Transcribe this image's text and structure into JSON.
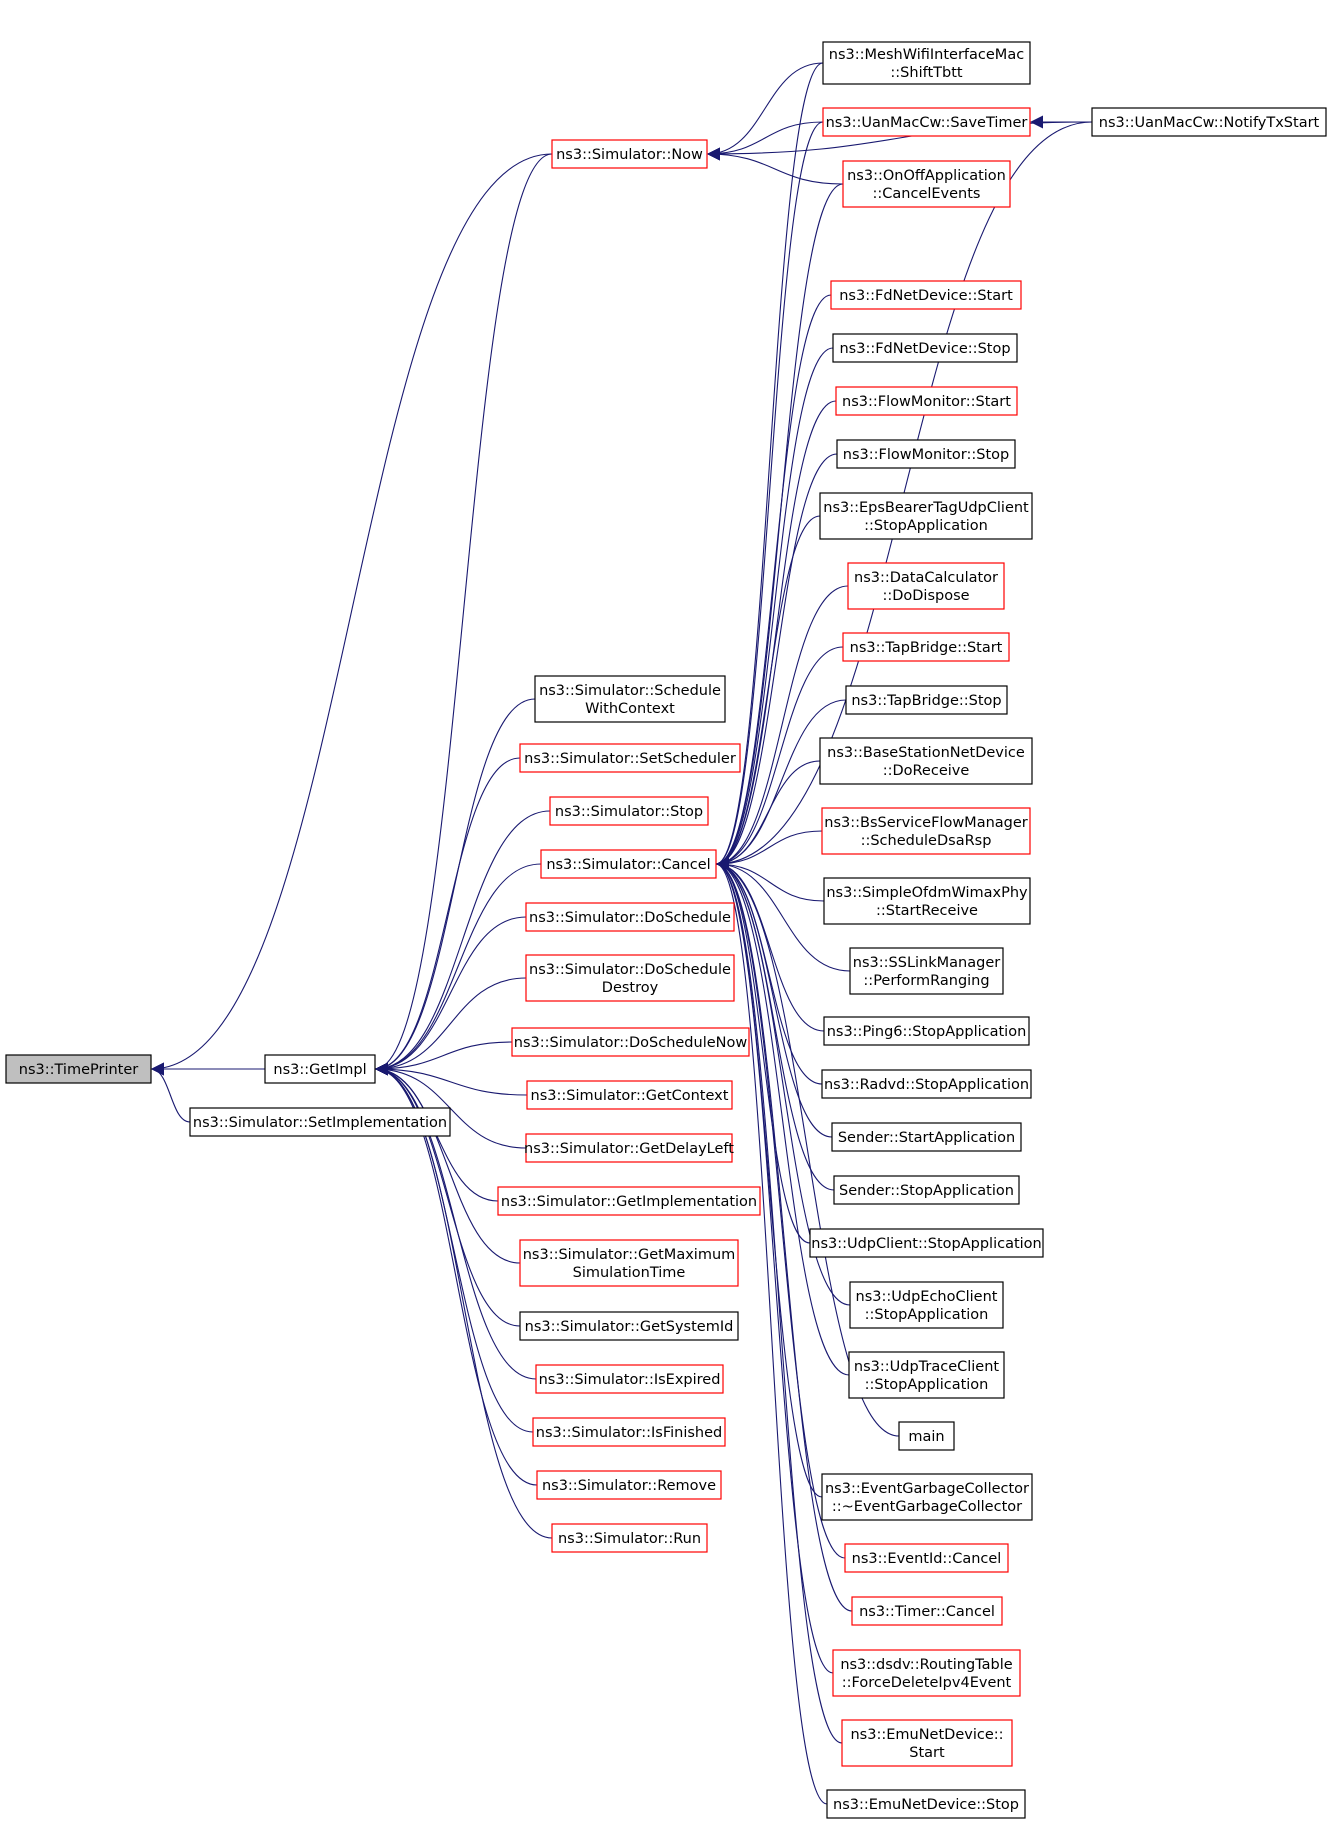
{
  "colors": {
    "edge": "#191970",
    "border_black": "#000000",
    "border_red": "#ff0000",
    "root_fill": "#bfbfbf",
    "node_fill": "#ffffff"
  },
  "nodes": [
    {
      "id": "timeprinter",
      "lines": [
        "ns3::TimePrinter"
      ],
      "border": "root"
    },
    {
      "id": "getimpl",
      "lines": [
        "ns3::GetImpl"
      ],
      "border": "black"
    },
    {
      "id": "setimpl",
      "lines": [
        "ns3::Simulator::SetImplementation"
      ],
      "border": "black"
    },
    {
      "id": "now",
      "lines": [
        "ns3::Simulator::Now"
      ],
      "border": "red"
    },
    {
      "id": "schedwithctx",
      "lines": [
        "ns3::Simulator::Schedule",
        "WithContext"
      ],
      "border": "black"
    },
    {
      "id": "setscheduler",
      "lines": [
        "ns3::Simulator::SetScheduler"
      ],
      "border": "red"
    },
    {
      "id": "simstop",
      "lines": [
        "ns3::Simulator::Stop"
      ],
      "border": "red"
    },
    {
      "id": "cancel",
      "lines": [
        "ns3::Simulator::Cancel"
      ],
      "border": "red"
    },
    {
      "id": "doschedule",
      "lines": [
        "ns3::Simulator::DoSchedule"
      ],
      "border": "red"
    },
    {
      "id": "doschedestroy",
      "lines": [
        "ns3::Simulator::DoSchedule",
        "Destroy"
      ],
      "border": "red"
    },
    {
      "id": "doschednow",
      "lines": [
        "ns3::Simulator::DoScheduleNow"
      ],
      "border": "red"
    },
    {
      "id": "getcontext",
      "lines": [
        "ns3::Simulator::GetContext"
      ],
      "border": "red"
    },
    {
      "id": "getdelayleft",
      "lines": [
        "ns3::Simulator::GetDelayLeft"
      ],
      "border": "red"
    },
    {
      "id": "getimplementation",
      "lines": [
        "ns3::Simulator::GetImplementation"
      ],
      "border": "red"
    },
    {
      "id": "getmaxsim",
      "lines": [
        "ns3::Simulator::GetMaximum",
        "SimulationTime"
      ],
      "border": "red"
    },
    {
      "id": "getsystemid",
      "lines": [
        "ns3::Simulator::GetSystemId"
      ],
      "border": "black"
    },
    {
      "id": "isexpired",
      "lines": [
        "ns3::Simulator::IsExpired"
      ],
      "border": "red"
    },
    {
      "id": "isfinished",
      "lines": [
        "ns3::Simulator::IsFinished"
      ],
      "border": "red"
    },
    {
      "id": "remove",
      "lines": [
        "ns3::Simulator::Remove"
      ],
      "border": "red"
    },
    {
      "id": "run",
      "lines": [
        "ns3::Simulator::Run"
      ],
      "border": "red"
    },
    {
      "id": "meshshift",
      "lines": [
        "ns3::MeshWifiInterfaceMac",
        "::ShiftTbtt"
      ],
      "border": "black"
    },
    {
      "id": "uansave",
      "lines": [
        "ns3::UanMacCw::SaveTimer"
      ],
      "border": "red"
    },
    {
      "id": "onoffcancel",
      "lines": [
        "ns3::OnOffApplication",
        "::CancelEvents"
      ],
      "border": "red"
    },
    {
      "id": "uannotify",
      "lines": [
        "ns3::UanMacCw::NotifyTxStart"
      ],
      "border": "black"
    },
    {
      "id": "fdstart",
      "lines": [
        "ns3::FdNetDevice::Start"
      ],
      "border": "red"
    },
    {
      "id": "fdstop",
      "lines": [
        "ns3::FdNetDevice::Stop"
      ],
      "border": "black"
    },
    {
      "id": "flowstart",
      "lines": [
        "ns3::FlowMonitor::Start"
      ],
      "border": "red"
    },
    {
      "id": "flowstop",
      "lines": [
        "ns3::FlowMonitor::Stop"
      ],
      "border": "black"
    },
    {
      "id": "epsbearer",
      "lines": [
        "ns3::EpsBearerTagUdpClient",
        "::StopApplication"
      ],
      "border": "black"
    },
    {
      "id": "datacalc",
      "lines": [
        "ns3::DataCalculator",
        "::DoDispose"
      ],
      "border": "red"
    },
    {
      "id": "tapstart",
      "lines": [
        "ns3::TapBridge::Start"
      ],
      "border": "red"
    },
    {
      "id": "tapstop",
      "lines": [
        "ns3::TapBridge::Stop"
      ],
      "border": "black"
    },
    {
      "id": "basestation",
      "lines": [
        "ns3::BaseStationNetDevice",
        "::DoReceive"
      ],
      "border": "black"
    },
    {
      "id": "bsservice",
      "lines": [
        "ns3::BsServiceFlowManager",
        "::ScheduleDsaRsp"
      ],
      "border": "red"
    },
    {
      "id": "simpleofdm",
      "lines": [
        "ns3::SimpleOfdmWimaxPhy",
        "::StartReceive"
      ],
      "border": "black"
    },
    {
      "id": "sslink",
      "lines": [
        "ns3::SSLinkManager",
        "::PerformRanging"
      ],
      "border": "black"
    },
    {
      "id": "ping6",
      "lines": [
        "ns3::Ping6::StopApplication"
      ],
      "border": "black"
    },
    {
      "id": "radvd",
      "lines": [
        "ns3::Radvd::StopApplication"
      ],
      "border": "black"
    },
    {
      "id": "senderstart",
      "lines": [
        "Sender::StartApplication"
      ],
      "border": "black"
    },
    {
      "id": "senderstop",
      "lines": [
        "Sender::StopApplication"
      ],
      "border": "black"
    },
    {
      "id": "udpclient",
      "lines": [
        "ns3::UdpClient::StopApplication"
      ],
      "border": "black"
    },
    {
      "id": "udpecho",
      "lines": [
        "ns3::UdpEchoClient",
        "::StopApplication"
      ],
      "border": "black"
    },
    {
      "id": "udptrace",
      "lines": [
        "ns3::UdpTraceClient",
        "::StopApplication"
      ],
      "border": "black"
    },
    {
      "id": "main",
      "lines": [
        "main"
      ],
      "border": "black"
    },
    {
      "id": "eventgc",
      "lines": [
        "ns3::EventGarbageCollector",
        "::~EventGarbageCollector"
      ],
      "border": "black"
    },
    {
      "id": "eventidcancel",
      "lines": [
        "ns3::EventId::Cancel"
      ],
      "border": "red"
    },
    {
      "id": "timercancel",
      "lines": [
        "ns3::Timer::Cancel"
      ],
      "border": "red"
    },
    {
      "id": "dsdv",
      "lines": [
        "ns3::dsdv::RoutingTable",
        "::ForceDeleteIpv4Event"
      ],
      "border": "red"
    },
    {
      "id": "emustart",
      "lines": [
        "ns3::EmuNetDevice::",
        "Start"
      ],
      "border": "red"
    },
    {
      "id": "emustop",
      "lines": [
        "ns3::EmuNetDevice::Stop"
      ],
      "border": "black"
    }
  ],
  "edges": [
    [
      "getimpl",
      "timeprinter"
    ],
    [
      "setimpl",
      "timeprinter"
    ],
    [
      "now",
      "timeprinter"
    ],
    [
      "now",
      "getimpl"
    ],
    [
      "schedwithctx",
      "getimpl"
    ],
    [
      "setscheduler",
      "getimpl"
    ],
    [
      "simstop",
      "getimpl"
    ],
    [
      "cancel",
      "getimpl"
    ],
    [
      "doschedule",
      "getimpl"
    ],
    [
      "doschedestroy",
      "getimpl"
    ],
    [
      "doschednow",
      "getimpl"
    ],
    [
      "getcontext",
      "getimpl"
    ],
    [
      "getdelayleft",
      "getimpl"
    ],
    [
      "getimplementation",
      "getimpl"
    ],
    [
      "getmaxsim",
      "getimpl"
    ],
    [
      "getsystemid",
      "getimpl"
    ],
    [
      "isexpired",
      "getimpl"
    ],
    [
      "isfinished",
      "getimpl"
    ],
    [
      "remove",
      "getimpl"
    ],
    [
      "run",
      "getimpl"
    ],
    [
      "meshshift",
      "now"
    ],
    [
      "uansave",
      "now"
    ],
    [
      "onoffcancel",
      "now"
    ],
    [
      "uannotify",
      "now"
    ],
    [
      "uannotify",
      "uansave"
    ],
    [
      "meshshift",
      "cancel"
    ],
    [
      "uansave",
      "cancel"
    ],
    [
      "onoffcancel",
      "cancel"
    ],
    [
      "uannotify",
      "cancel"
    ],
    [
      "fdstart",
      "cancel"
    ],
    [
      "fdstop",
      "cancel"
    ],
    [
      "flowstart",
      "cancel"
    ],
    [
      "flowstop",
      "cancel"
    ],
    [
      "epsbearer",
      "cancel"
    ],
    [
      "datacalc",
      "cancel"
    ],
    [
      "tapstart",
      "cancel"
    ],
    [
      "tapstop",
      "cancel"
    ],
    [
      "basestation",
      "cancel"
    ],
    [
      "bsservice",
      "cancel"
    ],
    [
      "simpleofdm",
      "cancel"
    ],
    [
      "sslink",
      "cancel"
    ],
    [
      "ping6",
      "cancel"
    ],
    [
      "radvd",
      "cancel"
    ],
    [
      "senderstart",
      "cancel"
    ],
    [
      "senderstop",
      "cancel"
    ],
    [
      "udpclient",
      "cancel"
    ],
    [
      "udpecho",
      "cancel"
    ],
    [
      "udptrace",
      "cancel"
    ],
    [
      "main",
      "cancel"
    ],
    [
      "eventgc",
      "cancel"
    ],
    [
      "eventidcancel",
      "cancel"
    ],
    [
      "timercancel",
      "cancel"
    ],
    [
      "dsdv",
      "cancel"
    ],
    [
      "emustart",
      "cancel"
    ],
    [
      "emustop",
      "cancel"
    ]
  ]
}
